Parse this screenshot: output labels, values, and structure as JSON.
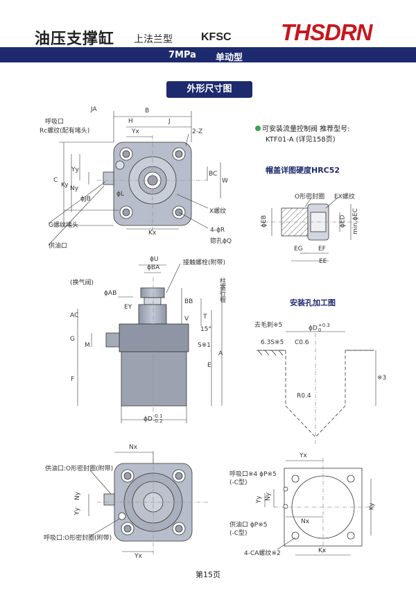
{
  "header": {
    "title": "油压支撑缸",
    "subtitle": "上法兰型",
    "model": "KFSC",
    "brand": "THSDRN"
  },
  "band": {
    "pressure": "7MPa",
    "action": "单动型"
  },
  "section": {
    "title": "外形尺寸图"
  },
  "top_view_labels": {
    "ja": "JA",
    "b": "B",
    "h": "H",
    "j": "J",
    "yx": "Yx",
    "z": "2-Z",
    "suction_port": "呼吸口",
    "rc_thread": "Rc螺纹(配有堵头)",
    "c": "C",
    "ky": "Ky",
    "yy": "Yy",
    "ny": "Ny",
    "jb": "ϕJB",
    "l": "ϕL",
    "bc": "BC",
    "w": "W",
    "x_thread": "X螺纹",
    "g_plug": "G螺纹堵头",
    "supply": "供油口",
    "kx": "Kx",
    "r": "4-ϕR",
    "q": "锪孔ϕQ"
  },
  "note": {
    "line1": "可安装流量控制阀  推荐型号:",
    "line2": "KTF01-A (详见158页)",
    "bullet_color": "#3aa44a"
  },
  "cap_detail": {
    "title": "帽盖详图硬度HRC52",
    "oring": "O形密封圈",
    "ex": "EX螺纹",
    "eb": "ϕEB",
    "ed": "ϕED",
    "ec": "min.ϕEC",
    "eg": "EG",
    "ef": "EF",
    "ee": "EE"
  },
  "side_view_labels": {
    "u": "ϕU",
    "ba": "ϕBA",
    "contact_bolt": "接触螺栓(附带)",
    "vent": "(换气阀)",
    "ab": "ϕAB",
    "ey": "EY",
    "ac": "AC",
    "g": "G",
    "m": "M",
    "f": "F",
    "bb": "BB",
    "v": "V",
    "t": "T",
    "plunger_stroke": "柱塞行程",
    "angle": "15°",
    "s": "S※1",
    "e": "E",
    "a": "A",
    "d": "ϕD",
    "d_tol_up": "-0.1",
    "d_tol_low": "-0.2"
  },
  "hole_detail": {
    "title": "安装孔加工图",
    "deburr": "去毛刺※5",
    "d": "ϕD",
    "d_tol_up": "+0.3",
    "d_tol_low": "0",
    "roughness": "6.3S※5",
    "chamfer": "C0.6",
    "note3": "※3",
    "r": "R0.4"
  },
  "bottom_left_labels": {
    "nx": "Nx",
    "supply_oring": "供油口:O形密封圈(附带)",
    "ny": "Ny",
    "yy": "Yy",
    "suction_oring": "呼吸口:O形密封圈(附带)",
    "yx": "Yx"
  },
  "bottom_right_labels": {
    "yx": "Yx",
    "suction": "呼吸口※4 ϕP※5",
    "c_type1": "(-C型)",
    "ny": "Ny",
    "yy": "Yy",
    "nx": "Nx",
    "ky": "Ky",
    "supply": "供油口 ϕP※5",
    "c_type2": "(-C型)",
    "ca": "4-CA螺纹※2",
    "kx": "Kx"
  },
  "footer": {
    "page": "第15页"
  }
}
